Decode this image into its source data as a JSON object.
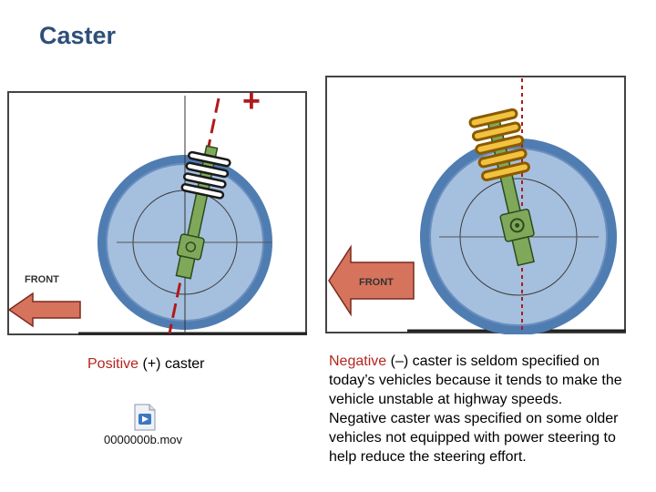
{
  "page": {
    "title": "Caster"
  },
  "left_figure": {
    "sign_label": "+",
    "front_label": "FRONT"
  },
  "right_figure": {
    "front_label": "FRONT"
  },
  "captions": {
    "positive": {
      "red_word": "Positive",
      "sign": "(+)",
      "rest": "caster"
    },
    "negative": {
      "red_word": "Negative",
      "sign": "(–)",
      "rest": "caster is seldom specified on today’s vehicles because it tends to make the vehicle unstable at highway speeds. Negative caster was specified on some older vehicles not equipped with power steering to help reduce the steering effort."
    }
  },
  "attachment": {
    "icon": "movie-file-icon",
    "filename": "0000000b.mov"
  },
  "colors": {
    "title": "#2e4f7a",
    "tire": "#4f7db2",
    "wheel": "#a5c0de",
    "arrow": "#d6735d",
    "spring": "#f2c240",
    "strut": "#7fa85a",
    "axis": "#b01a1a"
  }
}
